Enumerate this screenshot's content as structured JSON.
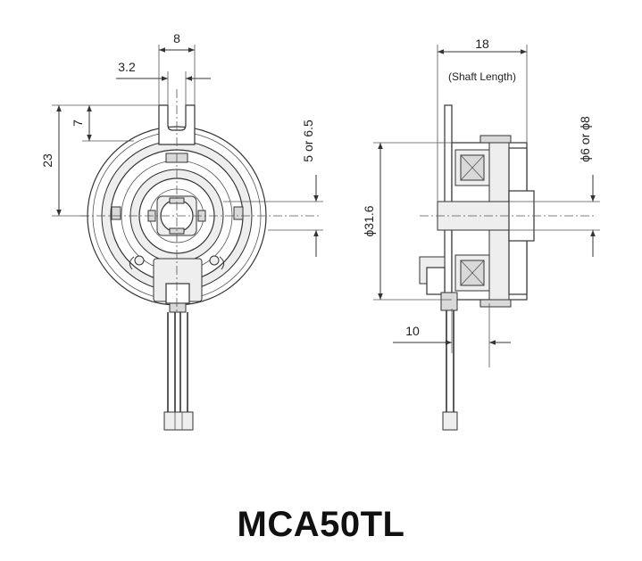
{
  "title": "MCA50TL",
  "front_view": {
    "dim_width": "8",
    "dim_slot": "3.2",
    "dim_height": "23",
    "dim_top": "7",
    "dim_offset": "5 or 6.5"
  },
  "side_view": {
    "dim_length": "18",
    "dim_length_note": "(Shaft Length)",
    "dim_diameter": "ϕ31.6",
    "dim_shaft": "ϕ6 or ϕ8",
    "dim_depth": "10"
  }
}
